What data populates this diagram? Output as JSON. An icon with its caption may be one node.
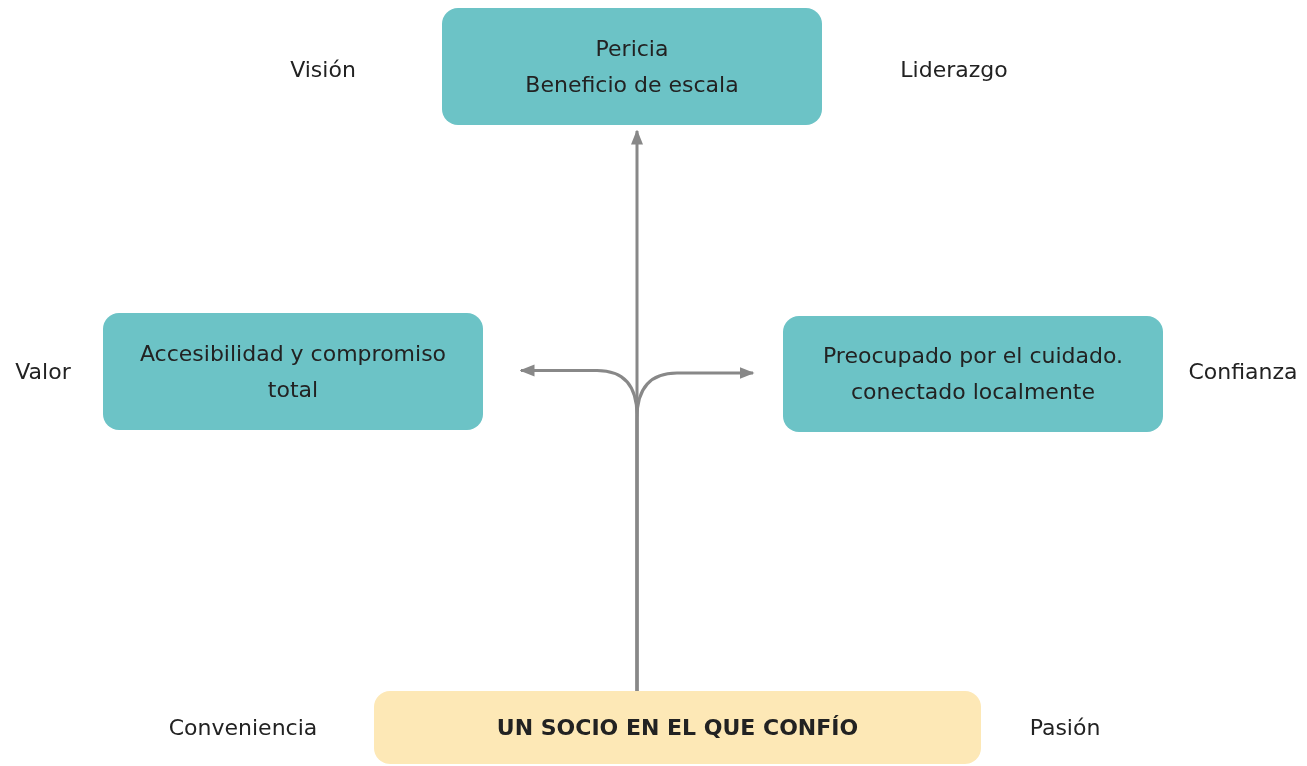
{
  "diagram": {
    "nodes": [
      {
        "text": [
          "Pericia",
          "Beneficio de escala"
        ],
        "beside": [
          "Visión",
          "Liderazgo"
        ]
      },
      {
        "text": [
          "Accesibilidad y compromiso total"
        ],
        "beside": [
          "Valor"
        ]
      },
      {
        "text": [
          "Preocupado por el cuidado. conectado localmente"
        ],
        "beside": [
          "Confianza"
        ]
      },
      {
        "text": [
          "UN SOCIO EN EL QUE CONFÍO"
        ],
        "beside": [
          "Conveniencia",
          "Pasión"
        ]
      }
    ],
    "edges": [
      {
        "from": 3,
        "to": 0,
        "arrow": "to"
      },
      {
        "from": 3,
        "to": 1,
        "arrow": "to"
      },
      {
        "from": 3,
        "to": 2,
        "arrow": "to"
      }
    ]
  }
}
